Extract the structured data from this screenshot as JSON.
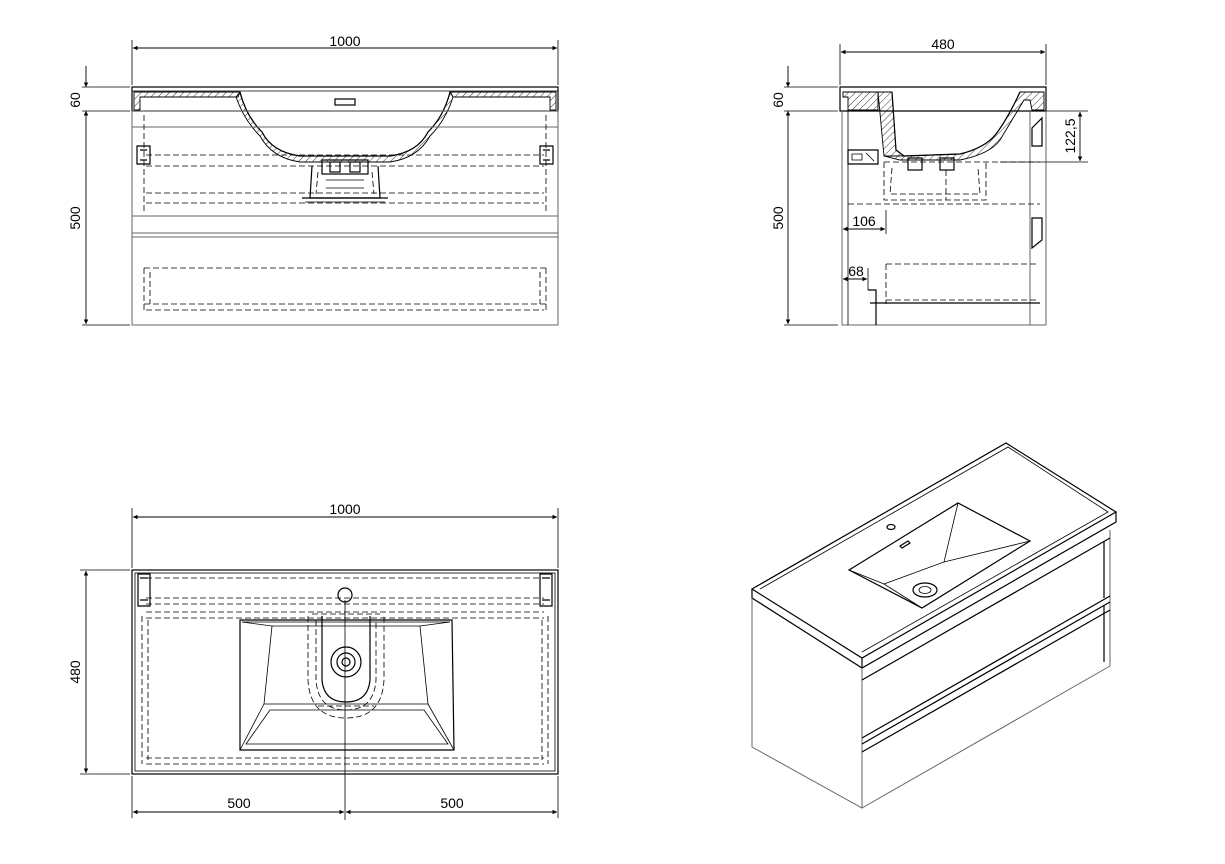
{
  "views": {
    "front": {
      "width_label": "1000",
      "top_height_label": "60",
      "body_height_label": "500"
    },
    "side": {
      "depth_label": "480",
      "top_height_label": "60",
      "body_height_label": "500",
      "basin_depth_label": "122,5",
      "offset_a_label": "106",
      "offset_b_label": "68"
    },
    "top": {
      "width_label": "1000",
      "depth_label": "480",
      "left_half_label": "500",
      "right_half_label": "500"
    }
  }
}
